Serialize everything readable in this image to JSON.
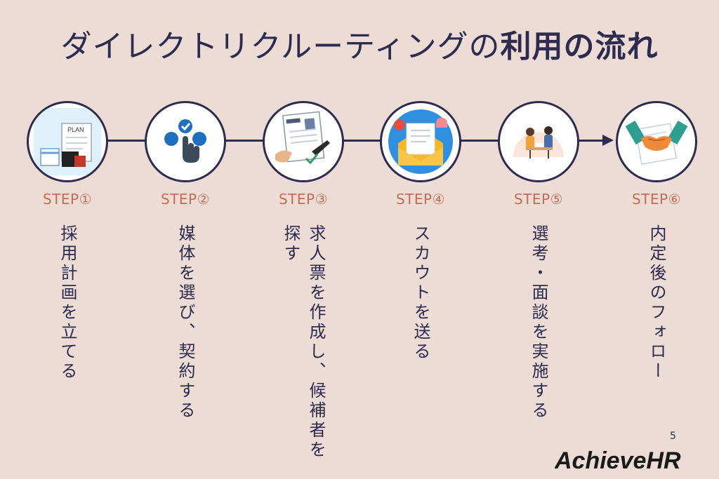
{
  "title": {
    "regular": "ダイレクトリクルーティングの",
    "bold": "利用の流れ"
  },
  "steps": [
    {
      "label": "STEP①",
      "text": "採用計画を立てる",
      "icon": "plan-document-icon"
    },
    {
      "label": "STEP②",
      "text": "媒体を選び、契約する",
      "icon": "select-touch-icon"
    },
    {
      "label": "STEP③",
      "text": "求人票を作成し、候補者を探す",
      "icon": "resume-review-icon"
    },
    {
      "label": "STEP④",
      "text": "スカウトを送る",
      "icon": "mail-envelope-icon"
    },
    {
      "label": "STEP⑤",
      "text": "選考・面談を実施する",
      "icon": "interview-meeting-icon"
    },
    {
      "label": "STEP⑥",
      "text": "内定後のフォロー",
      "icon": "handshake-contract-icon"
    }
  ],
  "page_number": "5",
  "logo": "AchieveHR",
  "colors": {
    "background": "#ecdcd5",
    "navy": "#2d2b4e",
    "step_label": "#c06e55"
  }
}
